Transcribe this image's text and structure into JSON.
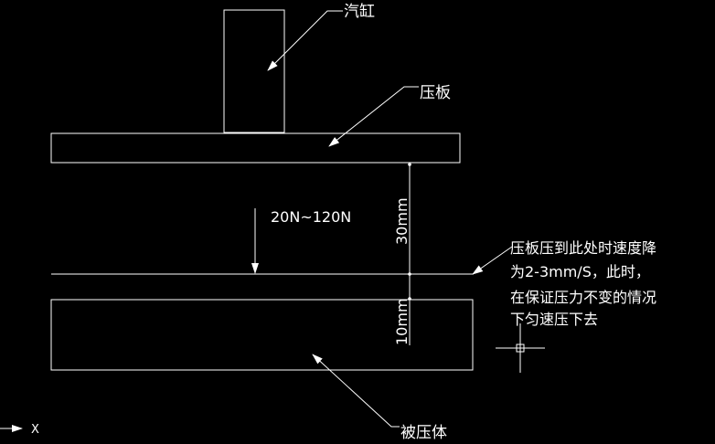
{
  "labels": {
    "cylinder": "汽缸",
    "press_plate": "压板",
    "workpiece": "被压体",
    "force_range": "20N~120N"
  },
  "dimensions": {
    "upper": "30mm",
    "lower": "10mm"
  },
  "note": {
    "line1": "压板压到此处时速度降",
    "line2": "为2-3mm/S，此时，",
    "line3": "在保证压力不变的情况",
    "line4": "下匀速压下去"
  },
  "ucs": {
    "x_label": "X"
  },
  "colors": {
    "background": "#000000",
    "lines": "#ffffff"
  }
}
